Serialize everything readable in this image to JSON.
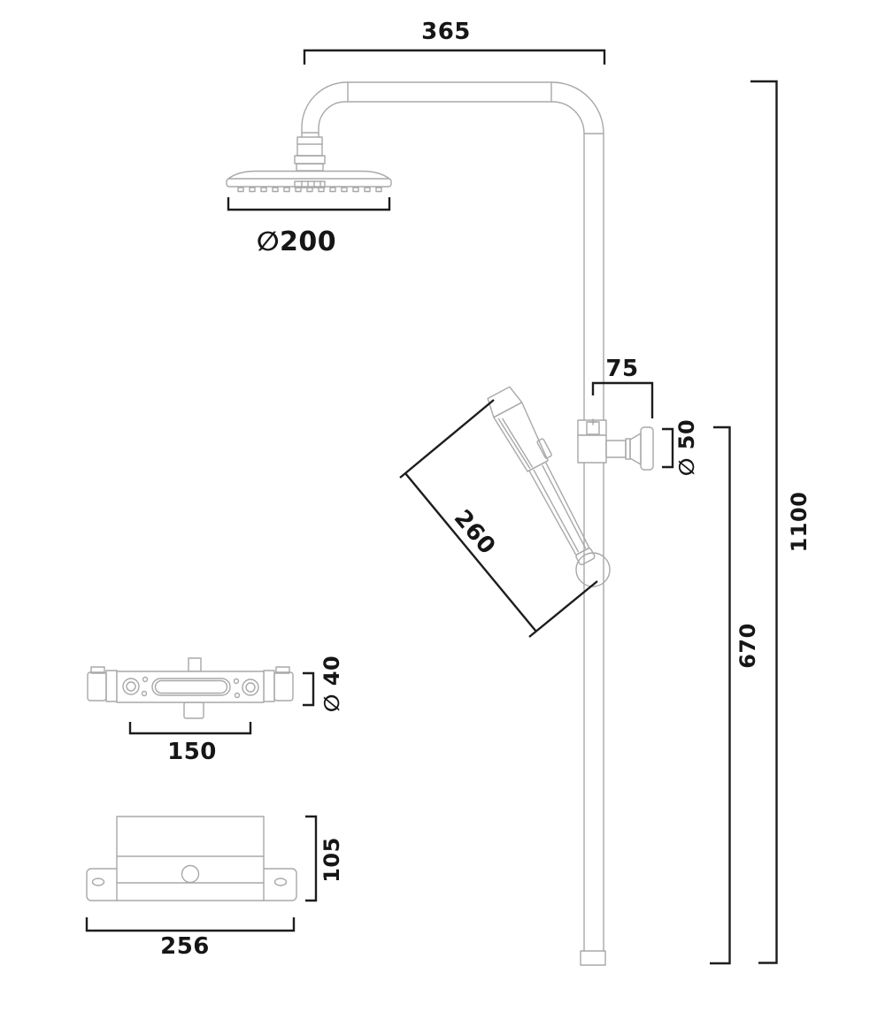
{
  "drawing": {
    "type": "technical-dimension-drawing",
    "subject": "shower column with overhead head, hand shower, thermostatic valve and wall bracket",
    "colors": {
      "background": "#ffffff",
      "product_outline": "#a8a8a8",
      "dimension_lines": "#1d1d1d",
      "label_text": "#161616"
    },
    "dimensions": {
      "arm_length": "365",
      "head_diameter": "∅200",
      "diverter_offset": "75",
      "holder_knob_diameter": "∅ 50",
      "hand_shower_length": "260",
      "total_height": "1100",
      "lower_rail_height": "670",
      "valve_body_diameter": "∅ 40",
      "valve_centres": "150",
      "bracket_height": "105",
      "bracket_width": "256"
    }
  }
}
